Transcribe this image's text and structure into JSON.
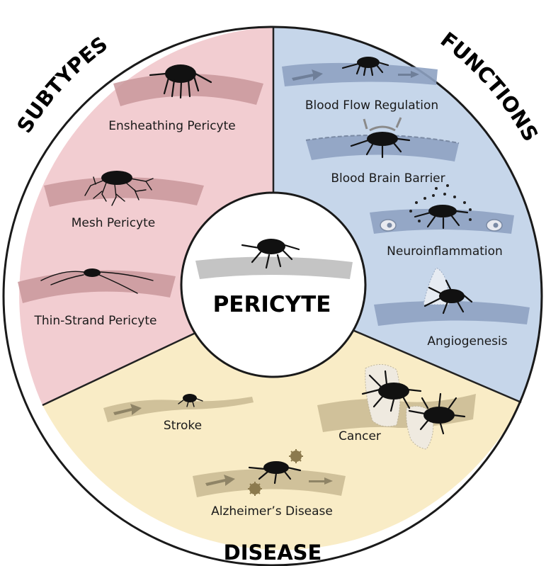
{
  "center": {
    "title": "PERICYTE"
  },
  "sections": {
    "subtypes": {
      "title": "SUBTYPES",
      "color": "#f2cdd1",
      "items": [
        "Ensheathing Pericyte",
        "Mesh Pericyte",
        "Thin-Strand Pericyte"
      ]
    },
    "functions": {
      "title": "FUNCTIONS",
      "color": "#c6d6ea",
      "items": [
        "Blood Flow Regulation",
        "Blood Brain Barrier",
        "Neuroinflammation",
        "Angiogenesis"
      ]
    },
    "disease": {
      "title": "DISEASE",
      "color": "#f9ecc6",
      "items": [
        "Stroke",
        "Cancer",
        "Alzheimer’s Disease"
      ]
    }
  },
  "colors": {
    "vessel_subtypes": "#c9979b",
    "vessel_functions": "#8ea2c2",
    "vessel_disease": "#cbbd95",
    "vessel_center": "#c4c4c4",
    "cell": "#111111"
  }
}
